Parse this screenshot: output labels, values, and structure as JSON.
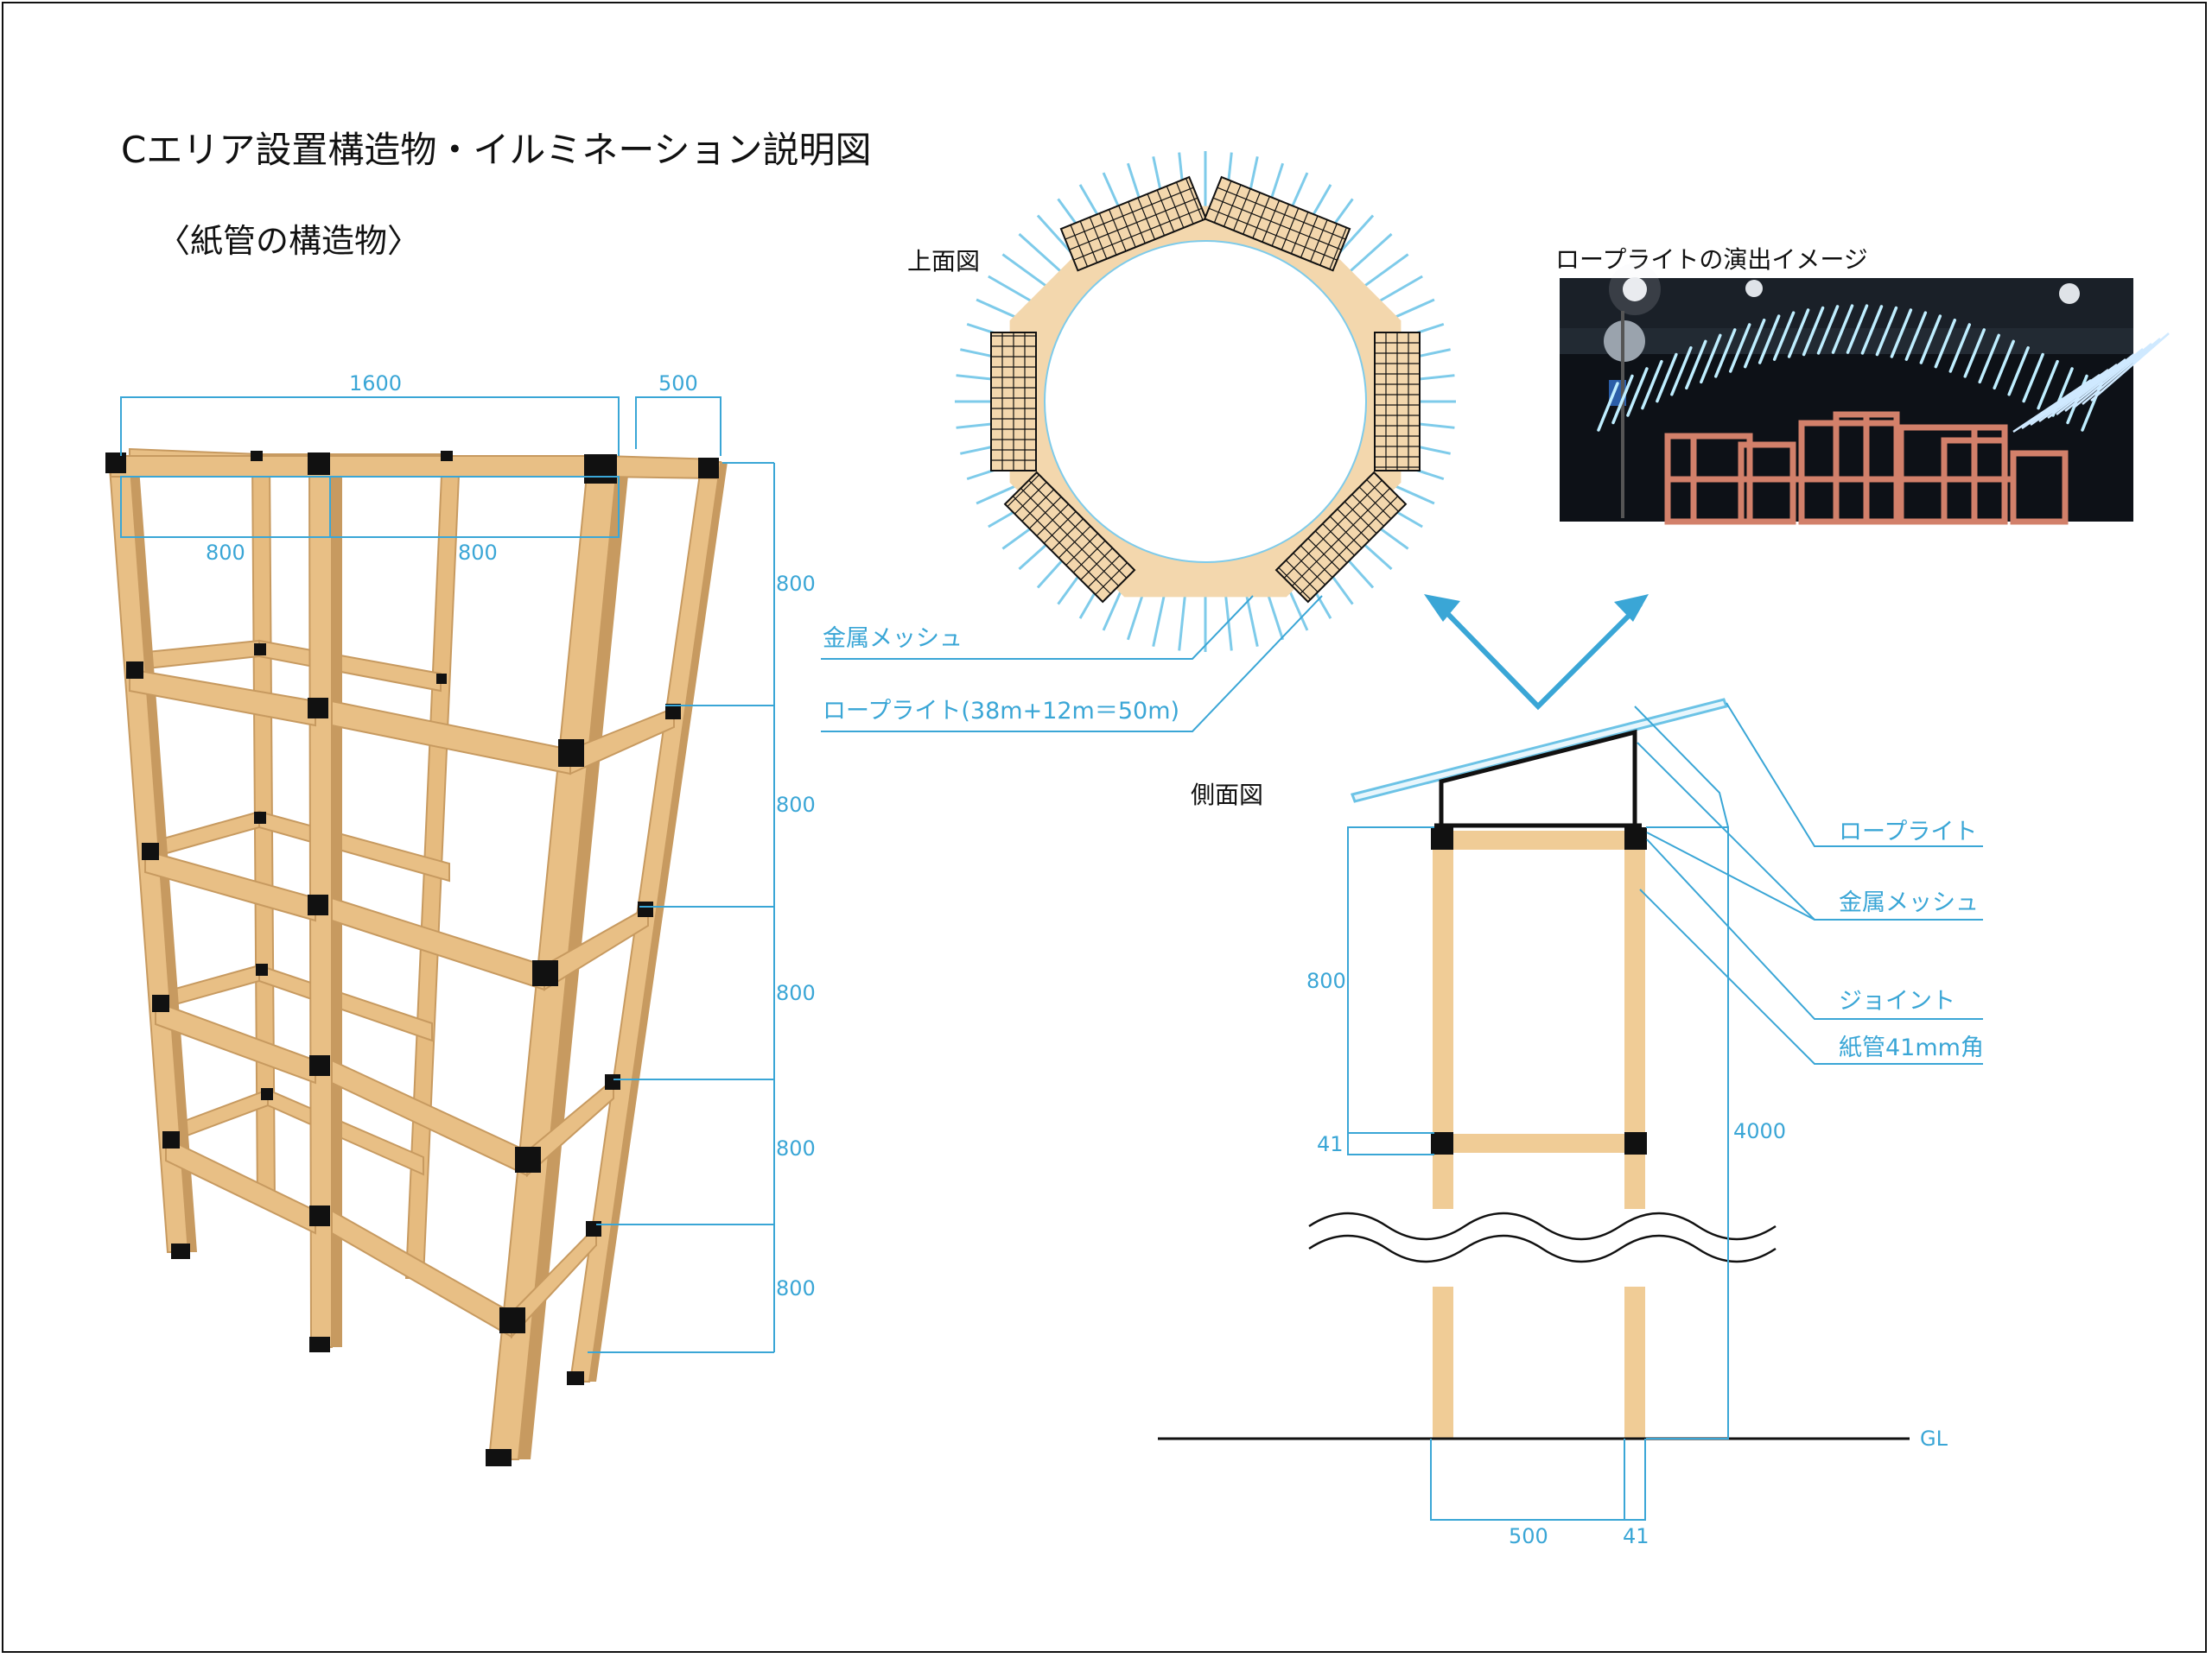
{
  "header": {
    "title": "Cエリア設置構造物・イルミネーション説明図",
    "subtitle": "〈紙管の構造物〉"
  },
  "frame3d": {
    "dim_width_total": "1600",
    "dim_depth": "500",
    "dim_half_left": "800",
    "dim_half_right": "800",
    "dim_levels": [
      "800",
      "800",
      "800",
      "800",
      "800"
    ]
  },
  "top_view": {
    "label": "上面図",
    "callout_mesh": "金属メッシュ",
    "callout_rope": "ロープライト(38m+12m＝50m)"
  },
  "photo": {
    "label": "ロープライトの演出イメージ"
  },
  "side_view": {
    "label": "側面図",
    "callouts": [
      "ロープライト",
      "金属メッシュ",
      "ジョイント",
      "紙管41mm角"
    ],
    "dim_height_800": "800",
    "dim_41_left": "41",
    "dim_total": "4000",
    "dim_width_500": "500",
    "dim_41_bottom": "41",
    "ground": "GL"
  },
  "colors": {
    "tube": "#e8bf85",
    "tube_shade": "#c79a60",
    "joint": "#111111",
    "dimension": "#3aa6d6",
    "light": "#7ecbea",
    "arrow": "#3aa6d6"
  }
}
